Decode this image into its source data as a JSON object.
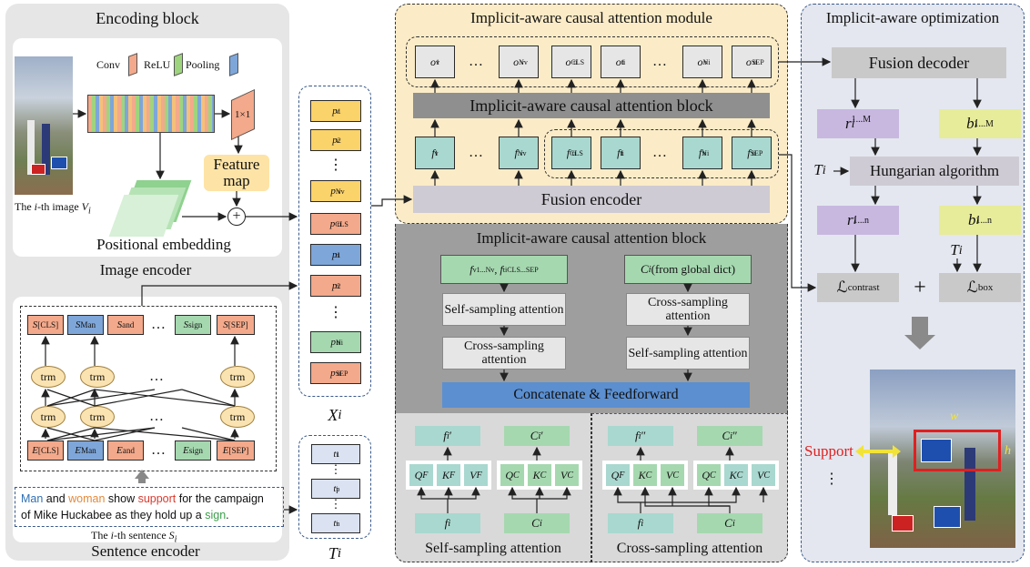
{
  "encoding_block": {
    "title": "Encoding block",
    "legend": {
      "conv": "Conv",
      "relu": "ReLU",
      "pooling": "Pooling"
    },
    "kernel": "1×1",
    "feature_map": "Feature map",
    "image_caption_prefix": "The ",
    "image_caption_i": "i",
    "image_caption_mid": "-th image ",
    "image_caption_var": "V",
    "image_caption_sub": "i",
    "plus": "+",
    "positional_embedding": "Positional embedding",
    "image_encoder": "Image encoder",
    "sentence_encoder": "Sentence encoder",
    "sentence_caption_prefix": "The ",
    "sentence_caption_i": "i",
    "sentence_caption_mid": "-th sentence ",
    "sentence_caption_var": "S",
    "sentence_caption_sub": "i",
    "top_tokens": [
      {
        "base": "S",
        "sub": "[CLS]"
      },
      {
        "base": "S",
        "sub": "Man"
      },
      {
        "base": "S",
        "sub": "and"
      },
      {
        "base": "S",
        "sub": "sign"
      },
      {
        "base": "S",
        "sub": "[SEP]"
      }
    ],
    "bottom_tokens": [
      {
        "base": "E",
        "sub": "[CLS]"
      },
      {
        "base": "E",
        "sub": "Man"
      },
      {
        "base": "E",
        "sub": "and"
      },
      {
        "base": "E",
        "sub": "sign"
      },
      {
        "base": "E",
        "sub": "[SEP]"
      }
    ],
    "trm": "trm",
    "ellipsis": "…",
    "sentence": {
      "w1": "Man",
      "w2": " and ",
      "w3": "woman",
      "w4": " show ",
      "w5": "support",
      "w6": " for the campaign",
      "line2a": "of Mike Huckabee as they hold up a ",
      "w7": "sign",
      "w8": "."
    },
    "colors": {
      "man": "#2f6fb5",
      "woman": "#e3893a",
      "support": "#d93a2e",
      "sign": "#3aa04a"
    }
  },
  "xi": {
    "label_base": "X",
    "label_sub": "i",
    "tokens": [
      {
        "base": "p",
        "sup": "1",
        "sub": "v"
      },
      {
        "base": "p",
        "sup": "2",
        "sub": "v"
      },
      {
        "base": "p",
        "sup": "Nv",
        "sub": "v"
      },
      {
        "base": "p",
        "sup": "CLS",
        "sub": "ti"
      },
      {
        "base": "p",
        "sup": "1",
        "sub": "ti"
      },
      {
        "base": "p",
        "sup": "2",
        "sub": "ti"
      },
      {
        "base": "p",
        "sup": "Ni",
        "sub": "ti"
      },
      {
        "base": "p",
        "sup": "SEP",
        "sub": "ti"
      }
    ],
    "vdots": "⋮"
  },
  "ti": {
    "label_base": "T",
    "label_sub": "i",
    "tokens": [
      {
        "base": "t",
        "sup": "1",
        "sub": "i"
      },
      {
        "base": "t",
        "sup": "p",
        "sub": "i"
      },
      {
        "base": "t",
        "sup": "n",
        "sub": "i"
      }
    ],
    "vdots": "⋮"
  },
  "causal_module": {
    "title": "Implicit-aware causal attention module",
    "outputs": [
      {
        "base": "o",
        "sup": "1",
        "sub": "v"
      },
      {
        "ellipsis": "…"
      },
      {
        "base": "o",
        "sup": "Nv",
        "sub": "v"
      },
      {
        "base": "o",
        "sup": "CLS",
        "sub": "ti"
      },
      {
        "base": "o",
        "sup": "1",
        "sub": "ti"
      },
      {
        "ellipsis": "…"
      },
      {
        "base": "o",
        "sup": "Ni",
        "sub": "v"
      },
      {
        "base": "o",
        "sup": "SEP",
        "sub": "ti"
      }
    ],
    "block_label": "Implicit-aware causal attention block",
    "inputs": [
      {
        "base": "f",
        "sup": "1",
        "sub": "v"
      },
      {
        "ellipsis": "…"
      },
      {
        "base": "f",
        "sup": "Nv",
        "sub": "v"
      },
      {
        "base": "f",
        "sup": "CLS",
        "sub": "ti"
      },
      {
        "base": "f",
        "sup": "1",
        "sub": "ti"
      },
      {
        "ellipsis": "…"
      },
      {
        "base": "f",
        "sup": "Ni",
        "sub": "v"
      },
      {
        "base": "f",
        "sup": "SEP",
        "sub": "ti"
      }
    ],
    "fusion_encoder": "Fusion encoder"
  },
  "causal_block": {
    "title": "Implicit-aware causal attention block",
    "left_input": "f 1...Nv, f CLS...SEP",
    "right_input_var": "C",
    "right_input_sub": "i",
    "right_input_rest": " (from global dict)",
    "self_sampling": "Self-sampling attention",
    "cross_sampling": "Cross-sampling attention",
    "concat": "Concatenate & Feedforward"
  },
  "self_panel": {
    "title": "Self-sampling attention",
    "top_left": "fᵢ′",
    "top_right": "Cᵢ′",
    "q": "Q",
    "k": "K",
    "v": "V",
    "f_sub": "F",
    "c_sub": "C",
    "bottom_left": "f",
    "bottom_right": "C",
    "sub": "i"
  },
  "cross_panel": {
    "title": "Cross-sampling attention",
    "top_left": "fᵢ″",
    "top_right": "Cᵢ″"
  },
  "optimization": {
    "title": "Implicit-aware optimization",
    "fusion_decoder": "Fusion decoder",
    "r_M": {
      "base": "r",
      "sup": "1...M",
      "sub": "i"
    },
    "b_M": {
      "base": "b",
      "sup": "1...M",
      "sub": "i"
    },
    "t_label": {
      "base": "T",
      "sub": "i"
    },
    "hungarian": "Hungarian algorithm",
    "r_n": {
      "base": "r",
      "sup": "1...n",
      "sub": "i"
    },
    "b_n": {
      "base": "b",
      "sup": "1...n",
      "sub": "i"
    },
    "loss_contrast": {
      "base": "ℒ",
      "sub": "contrast"
    },
    "loss_box": {
      "base": "ℒ",
      "sub": "box"
    },
    "plus": "+",
    "support": "Support",
    "w": "w",
    "h": "h",
    "vdots": "⋮"
  },
  "colors": {
    "panel_gray": "#e8e8e8",
    "panel_yellow": "#fbecc7",
    "panel_darkgray": "#9e9e9e",
    "panel_right": "#e4e7ef",
    "accent_red": "#e02020",
    "accent_yellow": "#f2e33a"
  }
}
